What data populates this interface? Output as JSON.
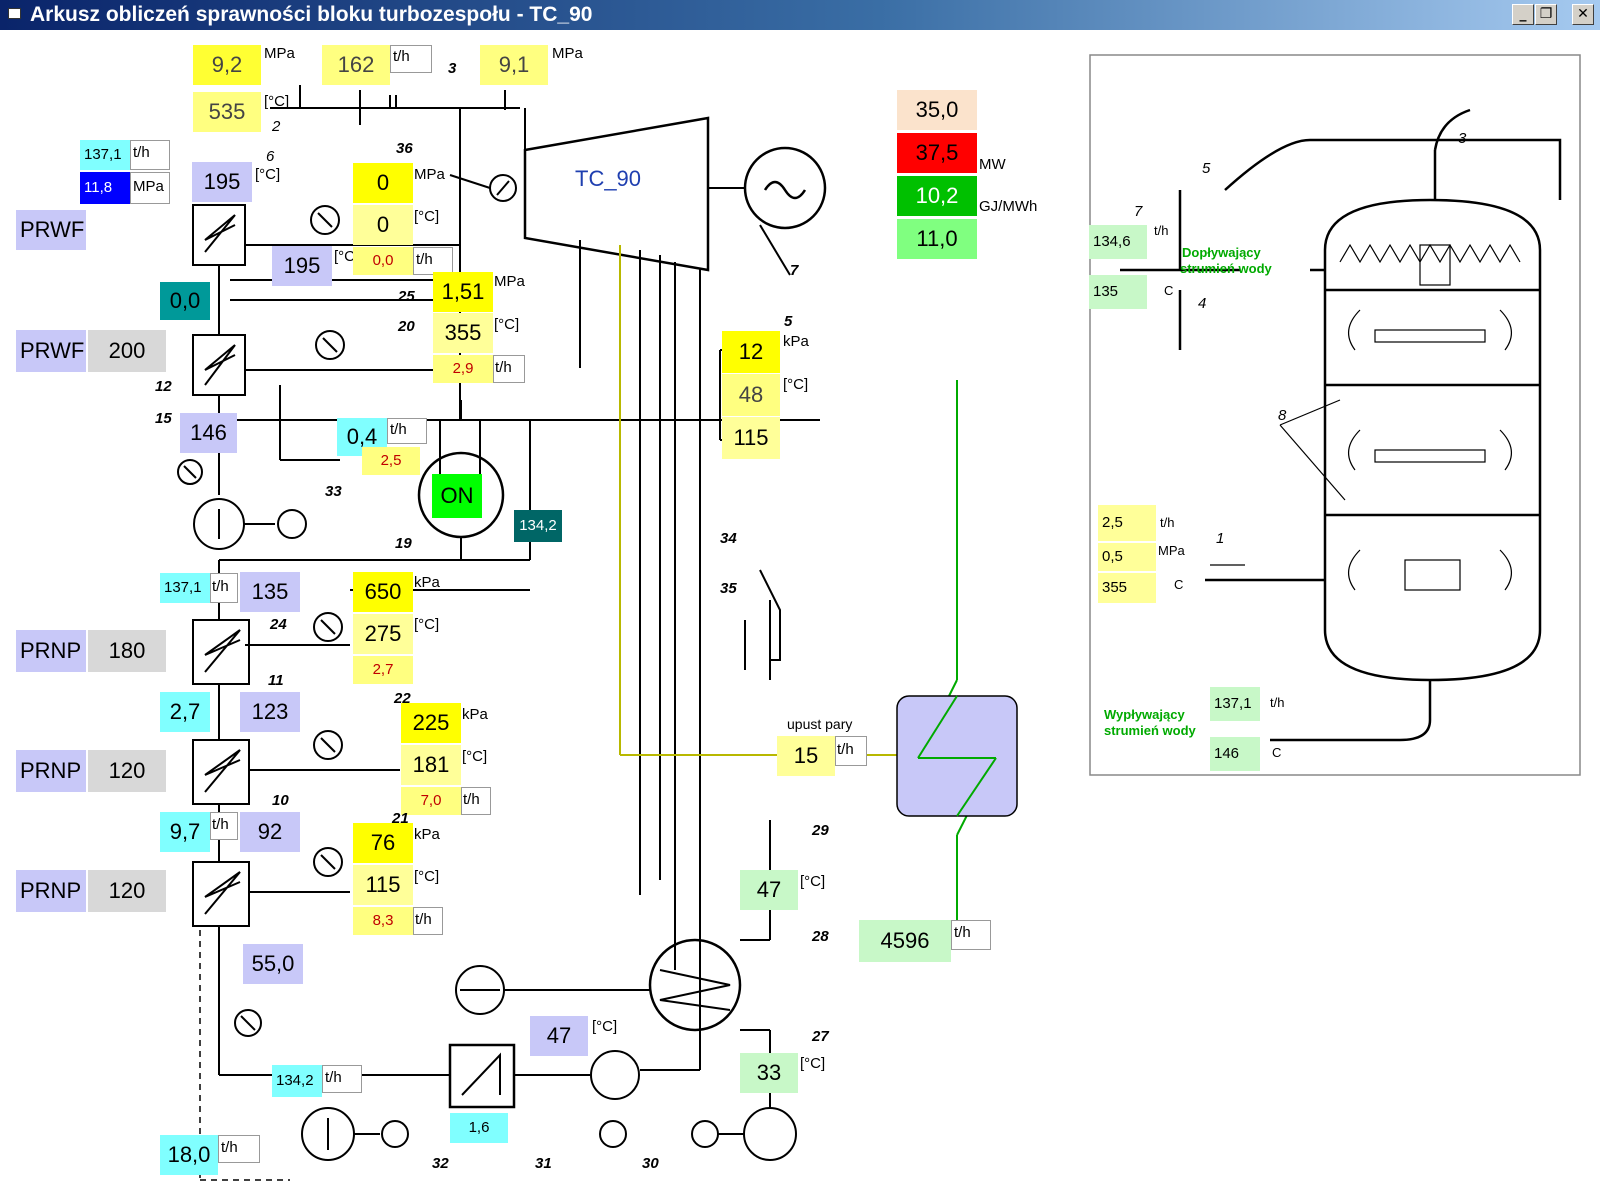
{
  "window": {
    "title": "Arkusz obliczeń sprawności bloku turbozespołu - TC_90",
    "buttons": {
      "minimize": "_",
      "restore": "❐",
      "close": "✕"
    }
  },
  "turbine": {
    "label": "TC_90"
  },
  "steam": {
    "p_in": "9,2",
    "p_in_unit": "MPa",
    "flow_in": "162",
    "flow_in_unit": "t/h",
    "p_out": "9,1",
    "p_out_unit": "MPa",
    "temp_in": "535",
    "temp_in_unit": "[°C]"
  },
  "feed": {
    "flow": "137,1",
    "flow_unit": "t/h",
    "pressure": "11,8",
    "pressure_unit": "MPa",
    "temp": "195",
    "temp_unit": "[°C]"
  },
  "hp_extraction_36": {
    "p": "0",
    "p_unit": "MPa",
    "t": "0",
    "t_unit": "[°C]",
    "flow": "0,0",
    "flow_unit": "t/h",
    "after_heater": "195",
    "after_unit": "[°C]"
  },
  "ext_25": {
    "p": "1,51",
    "p_unit": "MPa",
    "t": "355",
    "t_unit": "[°C]",
    "flow": "2,9",
    "flow_unit": "t/h"
  },
  "deaerator_feed": {
    "flow": "0,4",
    "flow_unit": "t/h",
    "red": "2,5"
  },
  "status": {
    "on": "ON",
    "deaerator_out": "134,2"
  },
  "heaters_hp": [
    {
      "name": "PRWF",
      "value": ""
    },
    {
      "name": "PRWF",
      "value": "200"
    }
  ],
  "misc": {
    "teal_value": "0,0",
    "after_146": "146"
  },
  "condenser": {
    "p": "12",
    "p_unit": "kPa",
    "t": "48",
    "t_unit": "[°C]",
    "val3": "115"
  },
  "power": {
    "p1": "35,0",
    "p2": "37,5",
    "p2_unit": "MW",
    "p3": "10,2",
    "p3_unit": "GJ/MWh",
    "p4": "11,0"
  },
  "lp_19": {
    "flow": "137,1",
    "flow_unit": "t/h",
    "temp": "135",
    "p": "650",
    "p_unit": "kPa",
    "t": "275",
    "t_unit": "[°C]",
    "red": "2,7"
  },
  "lp_11": {
    "flow": "2,7",
    "temp": "123",
    "p": "225",
    "p_unit": "kPa",
    "t": "181",
    "t_unit": "[°C]",
    "red": "7,0",
    "red_unit": "t/h"
  },
  "lp_10": {
    "flow": "9,7",
    "flow_unit": "t/h",
    "temp": "92",
    "p": "76",
    "p_unit": "kPa",
    "t": "115",
    "t_unit": "[°C]",
    "red": "8,3",
    "red_unit": "t/h"
  },
  "heaters_lp": [
    {
      "name": "PRNP",
      "value": "180"
    },
    {
      "name": "PRNP",
      "value": "120"
    },
    {
      "name": "PRNP",
      "value": "120"
    }
  ],
  "bottom": {
    "v55": "55,0",
    "v47": "47",
    "v47_unit": "[°C]",
    "v1342": "134,2",
    "v1342_unit": "t/h",
    "v16": "1,6",
    "v180": "18,0",
    "v180_unit": "t/h",
    "v33": "33",
    "v33_unit": "[°C]"
  },
  "cooling": {
    "t47": "47",
    "t47_unit": "[°C]",
    "flow": "4596",
    "flow_unit": "t/h"
  },
  "bleed": {
    "label": "upust pary",
    "value": "15",
    "unit": "t/h"
  },
  "deaerator_panel": {
    "in_flow": "134,6",
    "in_flow_unit": "t/h",
    "in_temp": "135",
    "in_temp_unit": "C",
    "in_label_1": "Dopływający",
    "in_label_2": "strumień wody",
    "steam_flow": "2,5",
    "steam_flow_unit": "t/h",
    "steam_p": "0,5",
    "steam_p_unit": "MPa",
    "steam_t": "355",
    "steam_t_unit": "C",
    "out_label_1": "Wypływający",
    "out_label_2": "strumień wody",
    "out_flow": "137,1",
    "out_flow_unit": "t/h",
    "out_temp": "146",
    "out_temp_unit": "C",
    "numbers": [
      "3",
      "5",
      "7",
      "4",
      "8",
      "1"
    ]
  },
  "diagram_numbers": [
    "3",
    "2",
    "36",
    "6",
    "7",
    "25",
    "20",
    "5",
    "12",
    "15",
    "33",
    "19",
    "24",
    "11",
    "22",
    "10",
    "21",
    "34",
    "35",
    "29",
    "28",
    "27",
    "32",
    "31",
    "30"
  ]
}
